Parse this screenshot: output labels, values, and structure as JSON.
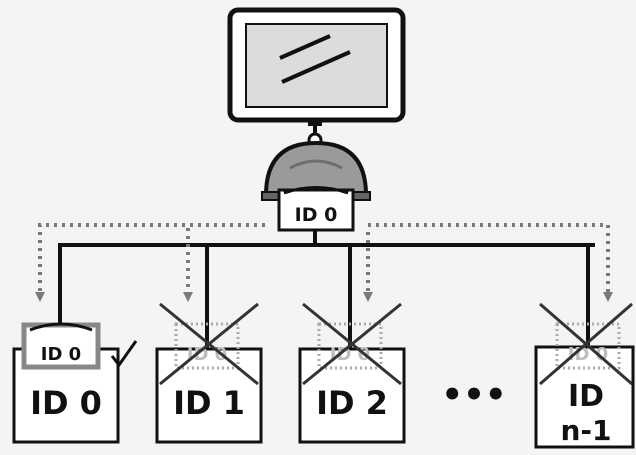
{
  "server": {
    "tag_label": "ID 0"
  },
  "nodes": [
    {
      "label": "ID 0",
      "tag_label": "ID 0",
      "matched": true
    },
    {
      "label": "ID 1",
      "tag_label": "ID 0",
      "matched": false
    },
    {
      "label": "ID 2",
      "tag_label": "ID 0",
      "matched": false
    },
    {
      "label_line1": "ID",
      "label_line2": "n-1",
      "tag_label": "ID 0",
      "matched": false
    }
  ],
  "ellipsis": "•••",
  "colors": {
    "background": "#f4f4f2",
    "line": "#111111",
    "dotted": "#7a7a7a",
    "screen": "#dcdcdc",
    "dome": "#9a9a9a"
  }
}
